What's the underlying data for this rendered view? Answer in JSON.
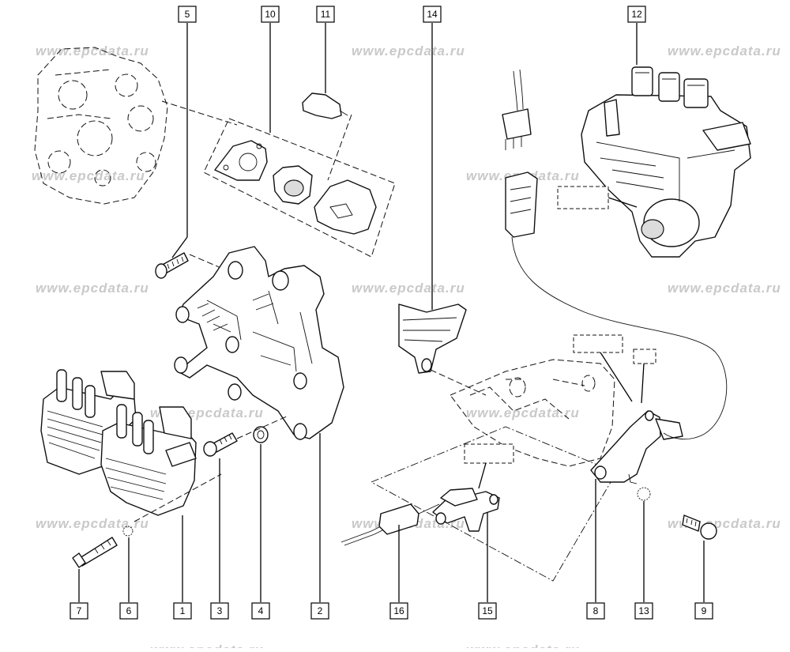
{
  "watermark": "www.epcdata.ru",
  "callouts": [
    {
      "id": "c5",
      "label": "5"
    },
    {
      "id": "c10",
      "label": "10"
    },
    {
      "id": "c11",
      "label": "11"
    },
    {
      "id": "c14",
      "label": "14"
    },
    {
      "id": "c12",
      "label": "12"
    },
    {
      "id": "c7",
      "label": "7"
    },
    {
      "id": "c6",
      "label": "6"
    },
    {
      "id": "c1",
      "label": "1"
    },
    {
      "id": "c3",
      "label": "3"
    },
    {
      "id": "c4",
      "label": "4"
    },
    {
      "id": "c2",
      "label": "2"
    },
    {
      "id": "c16",
      "label": "16"
    },
    {
      "id": "c15",
      "label": "15"
    },
    {
      "id": "c8",
      "label": "8"
    },
    {
      "id": "c13",
      "label": "13"
    },
    {
      "id": "c9",
      "label": "9"
    }
  ]
}
